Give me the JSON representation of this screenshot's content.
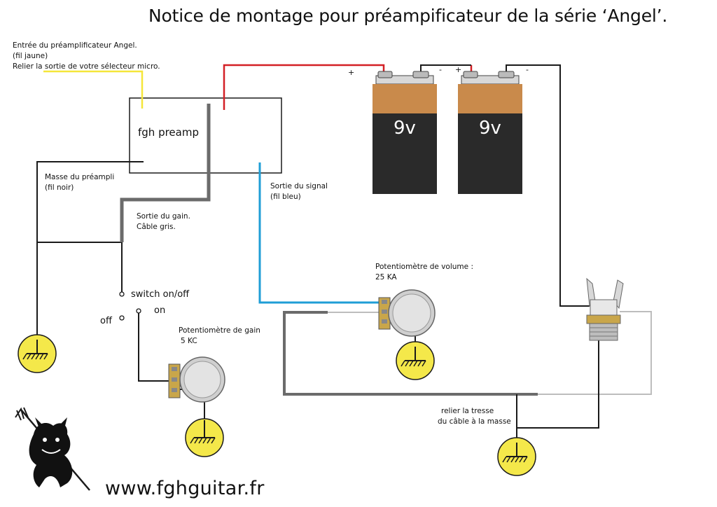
{
  "title": "Notice de montage pour préampificateur de la série ‘Angel’.",
  "preamp": {
    "label": "fgh preamp"
  },
  "labels": {
    "input": [
      "Entrée du préamplificateur Angel.",
      "(fil jaune)",
      "Relier la sortie de votre sélecteur micro."
    ],
    "ground": [
      "Masse du préampli",
      "(fil noir)"
    ],
    "gain_out": [
      "Sortie du gain.",
      "Câble gris."
    ],
    "signal_out": [
      "Sortie du signal",
      "(fil bleu)"
    ],
    "volume_pot": [
      "Potentiomètre de volume :",
      "25 KA"
    ],
    "gain_pot": [
      "Potentiomètre de gain",
      "5 KC"
    ],
    "switch": "switch on/off",
    "switch_on": "on",
    "switch_off": "off",
    "shield": [
      "relier la tresse",
      "du câble  à la masse"
    ]
  },
  "batteries": [
    {
      "voltage": "9v",
      "plus": "+",
      "minus": "-"
    },
    {
      "voltage": "9v",
      "plus": "+",
      "minus": "-"
    }
  ],
  "website": "www.fghguitar.fr",
  "colors": {
    "yellow_wire": "#f5e63a",
    "red_wire": "#d32026",
    "black_wire": "#1a1a1a",
    "grey_wire": "#6b6b6b",
    "blue_wire": "#1f9ed6",
    "light_grey_wire": "#bdbdbd",
    "ground_fill": "#f4e84a",
    "battery_top": "#c98a4b",
    "battery_body": "#2a2a2a"
  },
  "icons": [
    "ground-symbol-icon",
    "battery-icon",
    "potentiometer-icon",
    "jack-socket-icon",
    "devil-logo-icon"
  ]
}
